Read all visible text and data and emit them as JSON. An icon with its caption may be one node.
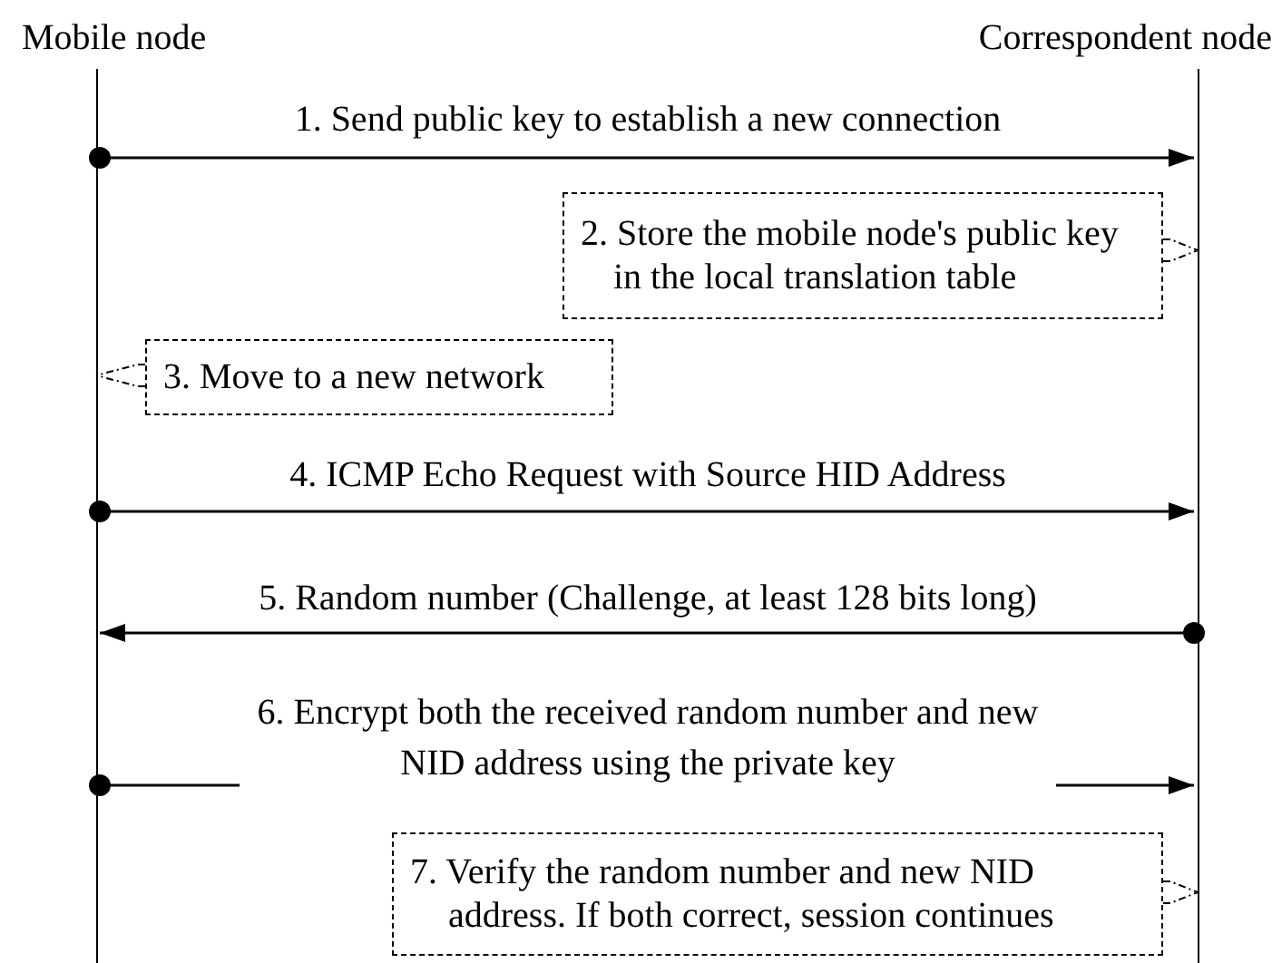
{
  "diagram": {
    "nodes": [
      {
        "text": [
          "Mobile node"
        ]
      },
      {
        "text": [
          "Correspondent node"
        ]
      },
      {
        "text": [],
        "shape": "bar"
      },
      {
        "text": [],
        "shape": "bar"
      },
      {
        "text": [
          "2. Store the mobile node's public key in the local translation table"
        ]
      },
      {
        "text": [
          "3. Move to a new network"
        ]
      },
      {
        "text": [
          "7. Verify the random number and new NID address. If both correct, session continues"
        ]
      }
    ],
    "edges": [
      {
        "from": 2,
        "to": 3,
        "arrow": "to",
        "label": "1. Send public key to establish a new connection"
      },
      {
        "from": 4,
        "to": 3,
        "arrow": "none",
        "style": "dashed"
      },
      {
        "from": 5,
        "to": 2,
        "arrow": "none",
        "style": "dashed"
      },
      {
        "from": 2,
        "to": 3,
        "arrow": "to",
        "label": "4. ICMP Echo Request with Source HID Address"
      },
      {
        "from": 3,
        "to": 2,
        "arrow": "to",
        "label": "5. Random number (Challenge, at least 128 bits long)"
      },
      {
        "from": 2,
        "to": 3,
        "arrow": "to",
        "label": "6. Encrypt both the received random number and new NID address using the private key"
      },
      {
        "from": 6,
        "to": 3,
        "arrow": "none",
        "style": "dashed"
      }
    ]
  }
}
